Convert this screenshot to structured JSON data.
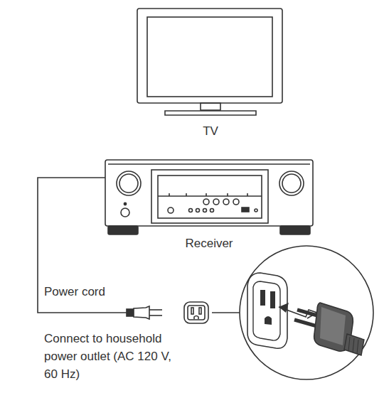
{
  "diagram": {
    "nodes": [
      {
        "text": [
          "TV"
        ]
      },
      {
        "text": [
          "Receiver"
        ]
      }
    ],
    "labels": [
      "Power cord",
      "Connect to household power outlet (AC 120 V, 60 Hz)"
    ]
  }
}
